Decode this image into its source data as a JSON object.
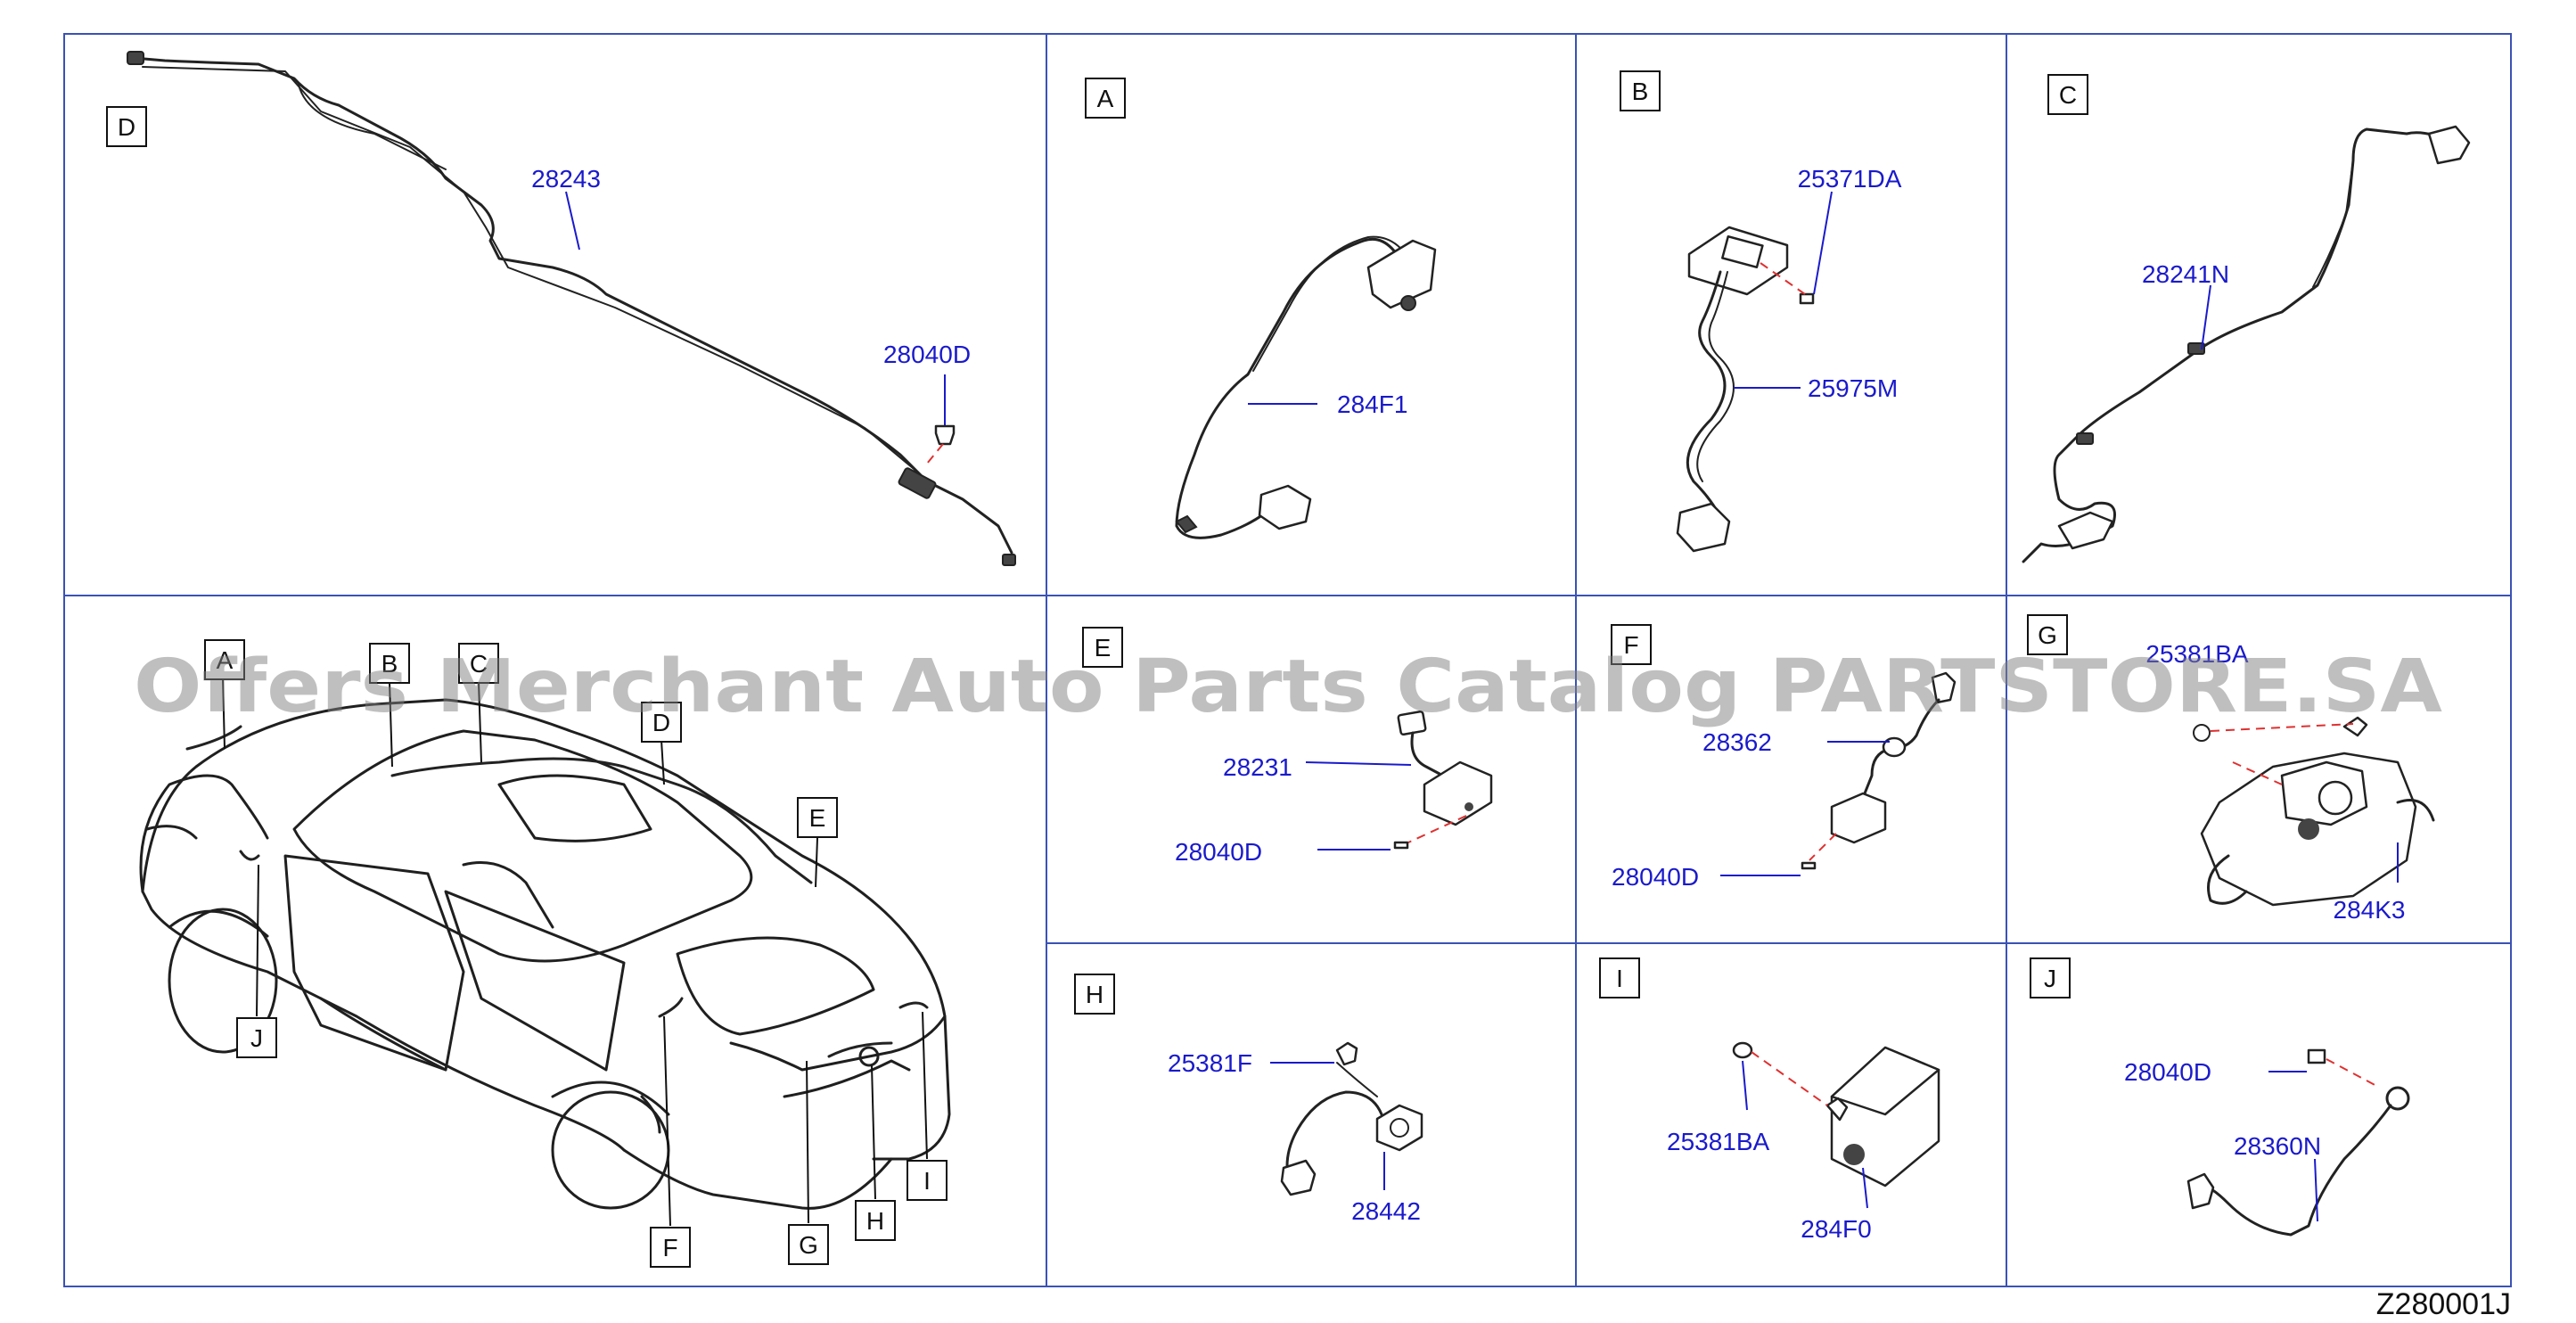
{
  "diagram_code": "Z280001J",
  "watermark": "Offers Merchant Auto Parts Catalog PARTSTORE.SA",
  "panels": {
    "D": {
      "label": "D",
      "parts": [
        "28243",
        "28040D"
      ]
    },
    "A": {
      "label": "A",
      "parts": [
        "284F1"
      ]
    },
    "B": {
      "label": "B",
      "parts": [
        "25371DA",
        "25975M"
      ]
    },
    "C": {
      "label": "C",
      "parts": [
        "28241N"
      ]
    },
    "E": {
      "label": "E",
      "parts": [
        "28231",
        "28040D"
      ]
    },
    "F": {
      "label": "F",
      "parts": [
        "28362",
        "28040D"
      ]
    },
    "G": {
      "label": "G",
      "parts": [
        "25381BA",
        "284K3"
      ]
    },
    "H": {
      "label": "H",
      "parts": [
        "25381F",
        "28442"
      ]
    },
    "I": {
      "label": "I",
      "parts": [
        "25381BA",
        "284F0"
      ]
    },
    "J": {
      "label": "J",
      "parts": [
        "28040D",
        "28360N"
      ]
    }
  },
  "car_view": {
    "callouts": [
      "A",
      "B",
      "C",
      "D",
      "E",
      "J",
      "F",
      "G",
      "H",
      "I"
    ]
  }
}
